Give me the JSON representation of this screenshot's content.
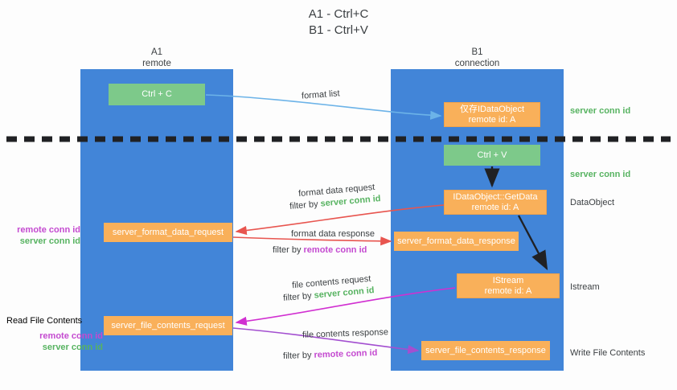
{
  "title": {
    "line1": "A1 - Ctrl+C",
    "line2": "B1 - Ctrl+V"
  },
  "lanes": [
    {
      "name": "A1",
      "sub": "remote",
      "color": "#4285d8"
    },
    {
      "name": "B1",
      "sub": "connection",
      "color": "#4285d8"
    }
  ],
  "colors": {
    "lane": "#4285d8",
    "green_box": "#7dc98a",
    "orange_box": "#f9b05a",
    "server_conn_id": "#57b361",
    "remote_conn_id": "#c44ad0",
    "arrow_blue": "#6cb3e8",
    "arrow_red": "#e8554f",
    "arrow_magenta": "#d12fd1",
    "arrow_purple": "#a34fd0",
    "arrow_black": "#202124",
    "divider": "#202124"
  },
  "boxes": {
    "ctrl_c": "Ctrl + C",
    "ctrl_v": "Ctrl + V",
    "idataobject_line1": "仅存IDataObject",
    "idataobject_line2": "remote id: A",
    "getdata_line1": "IDataObject::GetData",
    "getdata_line2": "remote id: A",
    "istream_line1": "IStream",
    "istream_line2": "remote id: A",
    "server_format_data_request": "server_format_data_request",
    "server_format_data_response": "server_format_data_response",
    "server_file_contents_request": "server_file_contents_request",
    "server_file_contents_response": "server_file_contents_response"
  },
  "arrow_labels": {
    "format_list": "format list",
    "format_data_request": "format data request",
    "format_data_request_filter_prefix": "filter by ",
    "format_data_request_filter_value": "server conn id",
    "format_data_response": "format data response",
    "format_data_response_filter_prefix": "filter by ",
    "format_data_response_filter_value": "remote conn id",
    "file_contents_request": "file contents request",
    "file_contents_request_filter_prefix": "filter by ",
    "file_contents_request_filter_value": "server conn id",
    "file_contents_response": "file contents response",
    "file_contents_response_filter_prefix": "filter by ",
    "file_contents_response_filter_value": "remote conn id"
  },
  "side_notes": {
    "server_conn_id_top": "server conn id",
    "server_conn_id_mid": "server conn id",
    "dataobject": "DataObject",
    "istream": "Istream",
    "write_file_contents": "Write File Contents",
    "read_file_contents": "Read File Contents",
    "remote_conn_id": "remote conn id",
    "server_conn_id": "server conn id"
  }
}
